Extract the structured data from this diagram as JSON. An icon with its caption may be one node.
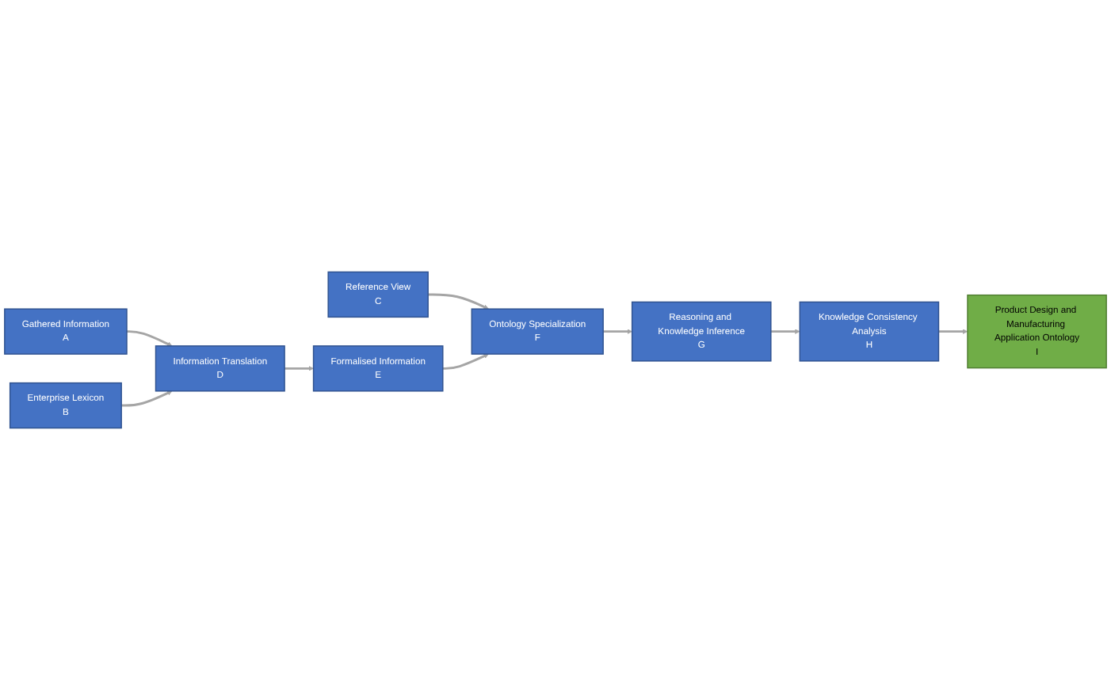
{
  "diagram": {
    "nodes": [
      {
        "text": [
          "Gathered Information",
          "A"
        ]
      },
      {
        "text": [
          "Information Translation",
          "D"
        ]
      },
      {
        "text": [
          "Enterprise Lexicon",
          "B"
        ]
      },
      {
        "text": [
          "Formalised Information",
          "E"
        ]
      },
      {
        "text": [
          "Reference View",
          "C"
        ]
      },
      {
        "text": [
          "Product Design and Manufacturing Application Ontology",
          "I"
        ]
      },
      {
        "text": [
          "Ontology Specialization",
          "F"
        ]
      },
      {
        "text": [
          "Reasoning and Knowledge Inference",
          "G"
        ]
      },
      {
        "text": [
          "Knowledge Consistency Analysis",
          "H"
        ]
      }
    ],
    "edges": [
      {
        "from": 0,
        "to": 1,
        "arrow": "to"
      },
      {
        "from": 2,
        "to": 1,
        "arrow": "to"
      },
      {
        "from": 1,
        "to": 3,
        "arrow": "to"
      },
      {
        "from": 4,
        "to": 6,
        "arrow": "to"
      },
      {
        "from": 3,
        "to": 6,
        "arrow": "to"
      },
      {
        "from": 6,
        "to": 7,
        "arrow": "to"
      },
      {
        "from": 7,
        "to": 8,
        "arrow": "to"
      },
      {
        "from": 8,
        "to": 5,
        "arrow": "to"
      }
    ]
  }
}
